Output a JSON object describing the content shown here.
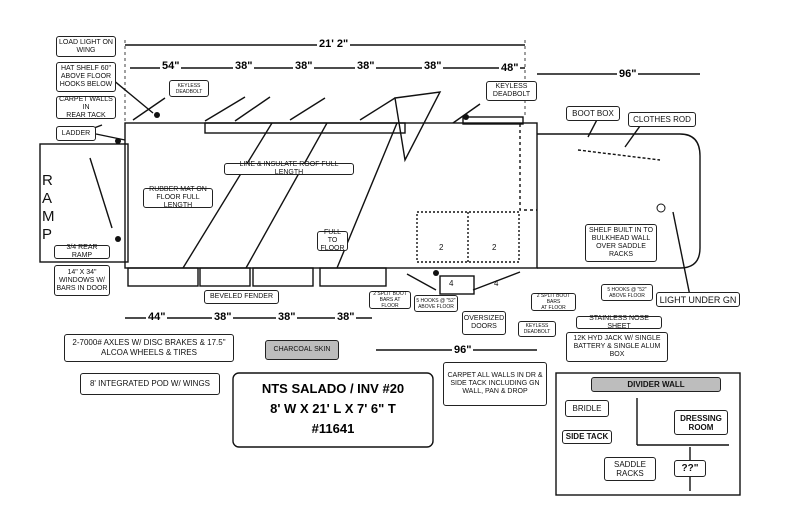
{
  "ramp": {
    "letters": [
      "R",
      "A",
      "M",
      "P"
    ]
  },
  "dims": {
    "overall": "21' 2\"",
    "top": [
      "54\"",
      "38\"",
      "38\"",
      "38\"",
      "38\"",
      "48\""
    ],
    "top_right": "96\"",
    "bottom": [
      "44\"",
      "38\"",
      "38\"",
      "38\""
    ],
    "bottom_right": "96\""
  },
  "labels": {
    "load_light": "LOAD LIGHT ON\nWING",
    "hat_shelf": "HAT SHELF 60\"\nABOVE FLOOR\nHOOKS BELOW",
    "carpet_walls_rear": "CARPET WALLS IN\nREAR TACK",
    "ladder": "LADDER",
    "keyless_deadbolt_top_left": "KEYLESS\nDEADBOLT",
    "keyless_deadbolt_top_right": "KEYLESS\nDEADBOLT",
    "line_insulate": "LINE & INSULATE ROOF FULL LENGTH",
    "rubber_mat": "RUBBER MAT ON\nFLOOR FULL LENGTH",
    "full_to_floor": "FULL TO\nFLOOR",
    "boot_box": "BOOT BOX",
    "clothes_rod": "CLOTHES ROD",
    "shelf_built_in": "SHELF BUILT IN TO\nBULKHEAD WALL\nOVER SADDLE\nRACKS",
    "rear_ramp": "3/4 REAR RAMP",
    "windows": "14\" X 34\"\nWINDOWS W/\nBARS IN DOOR",
    "beveled_fender": "BEVELED FENDER",
    "split_boot_bars_left": "2 SPLIT BOOT\nBARS AT FLOOR",
    "hooks_52_left": "5 HOOKS @ \"52\"\nABOVE FLOOR",
    "split_boot_bars_right": "2 SPLIT BOOT BARS\nAT FLOOR",
    "hooks_52_right": "5 HOOKS @ \"52\"\nABOVE FLOOR",
    "light_under_gn": "LIGHT UNDER GN",
    "oversized_doors": "OVERSIZED\nDOORS",
    "keyless_deadbolt_bottom": "KEYLESS\nDEADBOLT",
    "stainless_nose": "STAINLESS NOSE SHEET",
    "hyd_jack": "12K HYD JACK W/ SINGLE\nBATTERY & SINGLE ALUM\nBOX",
    "axles": "2-7000# AXLES W/ DISC BRAKES & 17.5\"\nALCOA WHEELS & TIRES",
    "charcoal_skin": "CHARCOAL SKIN",
    "integrated_pod": "8' INTEGRATED POD W/ WINGS",
    "carpet_all_walls": "CARPET ALL WALLS IN DR &\nSIDE TACK INCLUDING GN\nWALL, PAN & DROP",
    "divider_wall": "DIVIDER WALL",
    "bridle": "BRIDLE",
    "side_tack": "SIDE TACK",
    "dressing_room": "DRESSING\nROOM",
    "saddle_racks": "SADDLE\nRACKS",
    "unknown_dim": "??\""
  },
  "title_block": {
    "line1": "NTS SALADO /  INV #20",
    "line2": "8' W X 21' L X 7' 6\" T",
    "line3": "#11641"
  },
  "rack_numbers": [
    "2",
    "2",
    "4",
    "4"
  ]
}
